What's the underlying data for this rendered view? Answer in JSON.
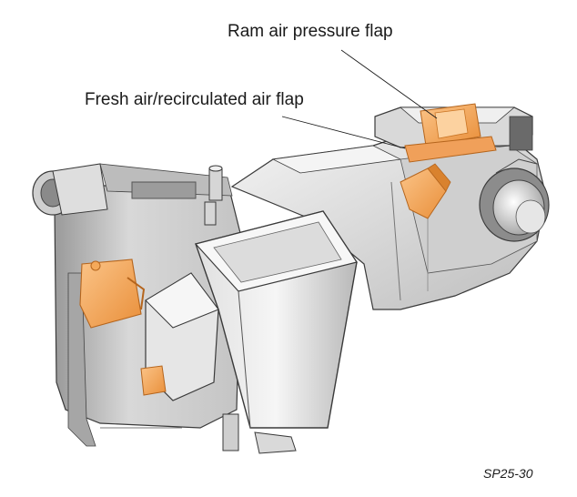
{
  "labels": {
    "ram_air_pressure_flap": "Ram air pressure flap",
    "fresh_recirculated_air_flap": "Fresh air/recirculated air flap"
  },
  "figure_ref": "SP25-30",
  "colors": {
    "housing_light": "#e9e9e9",
    "housing_mid": "#c9c9c9",
    "housing_dark": "#8f8f8f",
    "outline": "#3a3a3a",
    "flap_orange": "#f5a95a",
    "flap_orange_dark": "#d9822e"
  }
}
